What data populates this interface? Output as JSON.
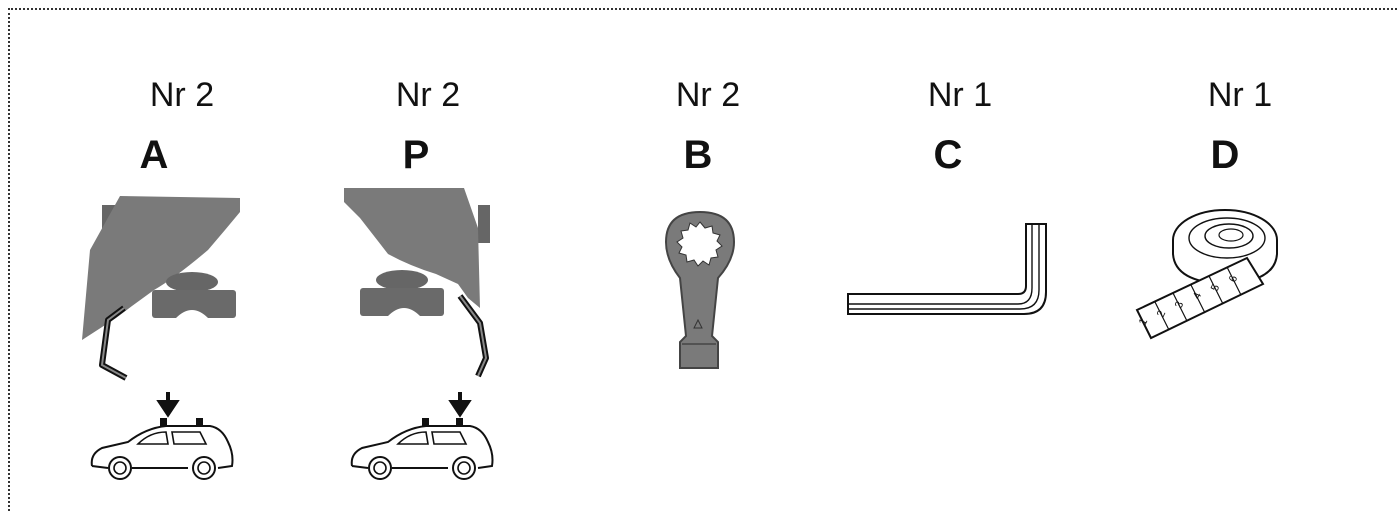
{
  "items": [
    {
      "qty": "Nr 2",
      "letter": "A",
      "name": "foot-front"
    },
    {
      "qty": "Nr 2",
      "letter": "P",
      "name": "foot-rear"
    },
    {
      "qty": "Nr 2",
      "letter": "B",
      "name": "key-tool"
    },
    {
      "qty": "Nr 1",
      "letter": "C",
      "name": "allen-key"
    },
    {
      "qty": "Nr 1",
      "letter": "D",
      "name": "measuring-tape"
    }
  ],
  "tape_marks": [
    "1",
    "2",
    "3",
    "4",
    "5",
    "6"
  ],
  "colors": {
    "part": "#777777",
    "part_dark": "#555555",
    "line": "#111111"
  }
}
